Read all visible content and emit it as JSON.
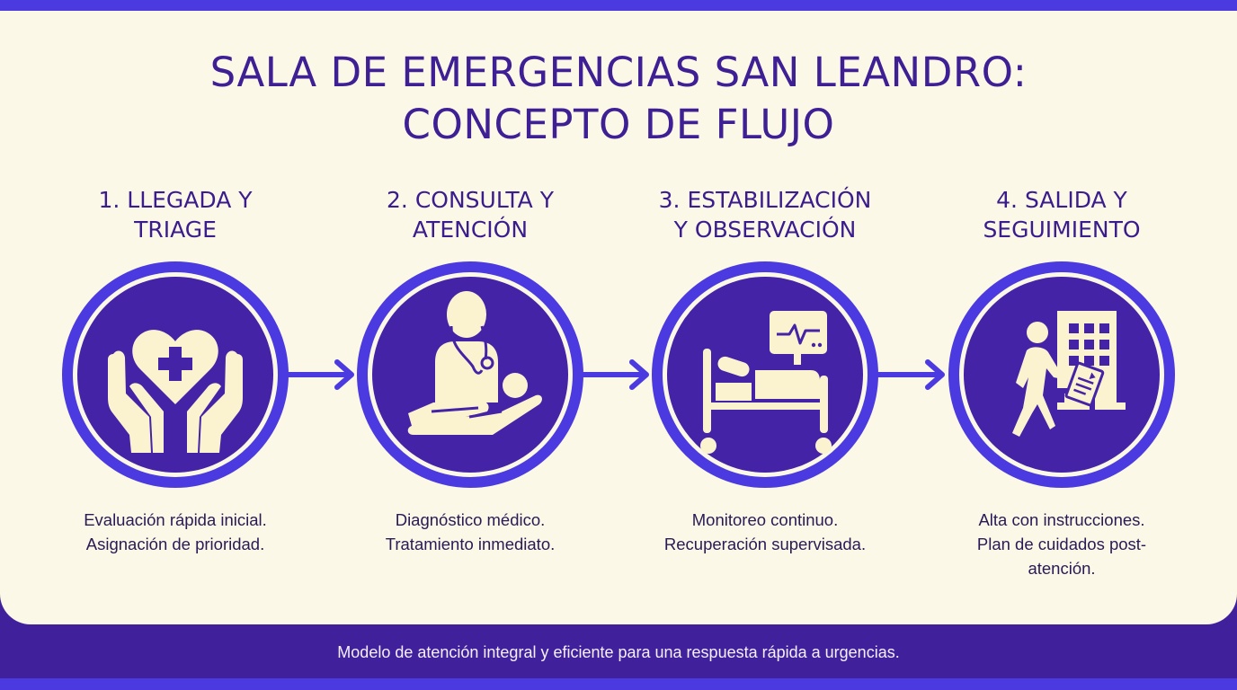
{
  "title": {
    "line1": "SALA DE EMERGENCIAS SAN LEANDRO:",
    "line2": "CONCEPTO DE FLUJO"
  },
  "steps": [
    {
      "title_line1": "1. LLEGADA Y",
      "title_line2": "TRIAGE",
      "icon": "hands-heart-cross-icon",
      "desc_line1": "Evaluación rápida inicial.",
      "desc_line2": "Asignación de prioridad.",
      "desc_line3": ""
    },
    {
      "title_line1": "2. CONSULTA Y",
      "title_line2": "ATENCIÓN",
      "icon": "doctor-patient-icon",
      "desc_line1": "Diagnóstico médico.",
      "desc_line2": "Tratamiento inmediato.",
      "desc_line3": ""
    },
    {
      "title_line1": "3. ESTABILIZACIÓN",
      "title_line2": "Y OBSERVACIÓN",
      "icon": "hospital-bed-monitor-icon",
      "desc_line1": "Monitoreo continuo.",
      "desc_line2": "Recuperación supervisada.",
      "desc_line3": ""
    },
    {
      "title_line1": "4. SALIDA Y",
      "title_line2": "SEGUIMIENTO",
      "icon": "person-leaving-building-icon",
      "desc_line1": "Alta con instrucciones.",
      "desc_line2": "Plan de cuidados post-",
      "desc_line3": "atención."
    }
  ],
  "footer": {
    "text": "Modelo de atención integral y eficiente para una respuesta rápida a urgencias."
  },
  "colors": {
    "background_panel": "#fbf8e7",
    "primary_purple": "#41209c",
    "accent_blue": "#4a3ae0",
    "icon_cream": "#fbf3cf",
    "text_dark": "#2a1a55"
  }
}
